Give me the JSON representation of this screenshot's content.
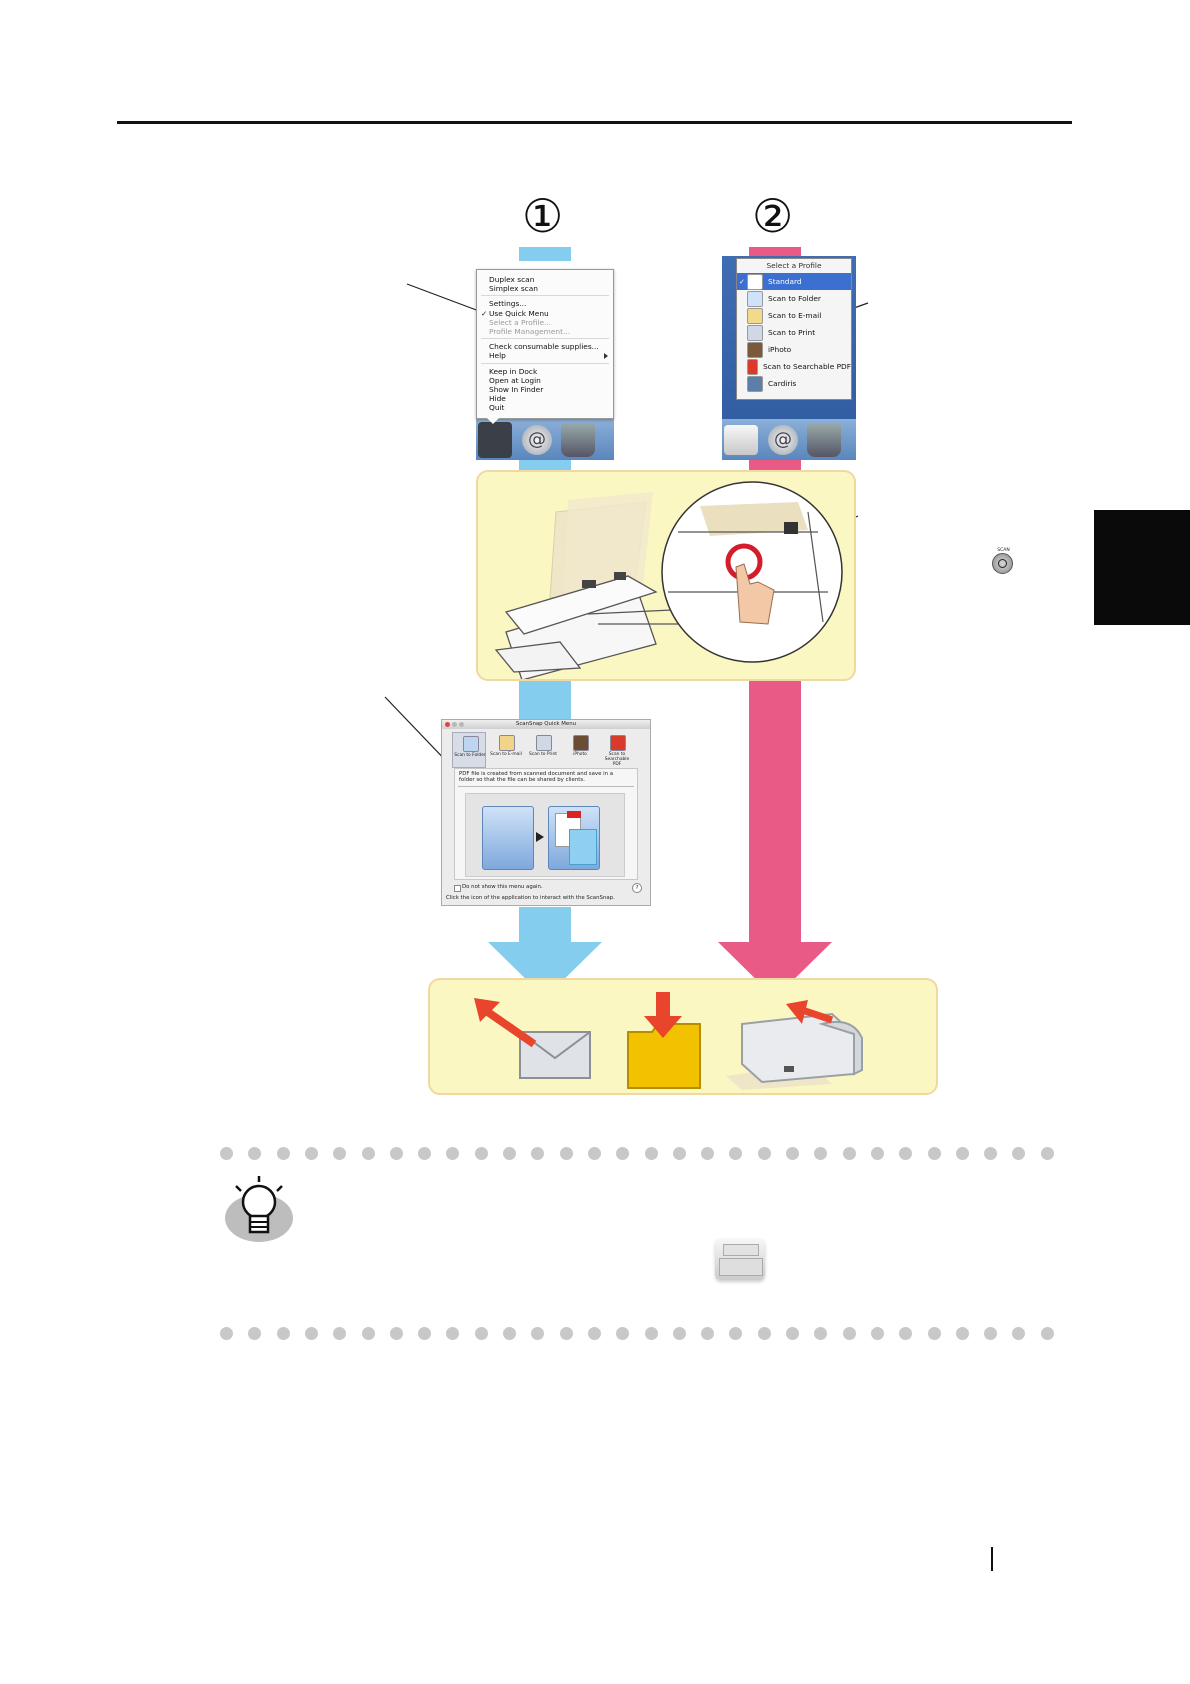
{
  "steps": {
    "step1": "①",
    "step2": "②"
  },
  "scansnap_menu": {
    "items": [
      {
        "label": "Duplex scan",
        "enabled": true
      },
      {
        "label": "Simplex scan",
        "enabled": true
      },
      {
        "label": "Settings...",
        "enabled": true
      },
      {
        "label": "Use Quick Menu",
        "enabled": true,
        "checked": true
      },
      {
        "label": "Select a Profile...",
        "enabled": false
      },
      {
        "label": "Profile Management...",
        "enabled": false
      },
      {
        "label": "Check consumable supplies...",
        "enabled": true
      },
      {
        "label": "Help",
        "enabled": true,
        "submenu": true
      },
      {
        "label": "Keep in Dock",
        "enabled": true
      },
      {
        "label": "Open at Login",
        "enabled": true
      },
      {
        "label": "Show In Finder",
        "enabled": true
      },
      {
        "label": "Hide",
        "enabled": true
      },
      {
        "label": "Quit",
        "enabled": true
      }
    ]
  },
  "profile_menu": {
    "title": "Select a Profile",
    "items": [
      {
        "label": "Standard",
        "selected": true,
        "icon": "pdf-icon"
      },
      {
        "label": "Scan to Folder",
        "selected": false,
        "icon": "folder-icon"
      },
      {
        "label": "Scan to E-mail",
        "selected": false,
        "icon": "mail-icon"
      },
      {
        "label": "Scan to Print",
        "selected": false,
        "icon": "printer-icon"
      },
      {
        "label": "iPhoto",
        "selected": false,
        "icon": "iphoto-icon"
      },
      {
        "label": "Scan to Searchable PDF",
        "selected": false,
        "icon": "searchable-pdf-icon"
      },
      {
        "label": "Cardiris",
        "selected": false,
        "icon": "cardiris-icon"
      }
    ]
  },
  "scan_button_icon": {
    "label": "SCAN"
  },
  "quick_menu": {
    "title": "ScanSnap Quick Menu",
    "apps": [
      {
        "label": "Scan to Folder"
      },
      {
        "label": "Scan to E-mail"
      },
      {
        "label": "Scan to Print"
      },
      {
        "label": "iPhoto"
      },
      {
        "label": "Scan to Searchable PDF"
      }
    ],
    "description": "PDF file is created from scanned document and save in a folder so that the file can be shared by clients.",
    "checkbox_label": "Do not show this menu again.",
    "footer": "Click the icon of the application to interact with the ScanSnap.",
    "help": "?"
  },
  "colors": {
    "blue_flow": "#85cdef",
    "pink_flow": "#ea5a87",
    "yellow_box": "#fbf7c2",
    "menu_highlight": "#3b6fd0"
  }
}
